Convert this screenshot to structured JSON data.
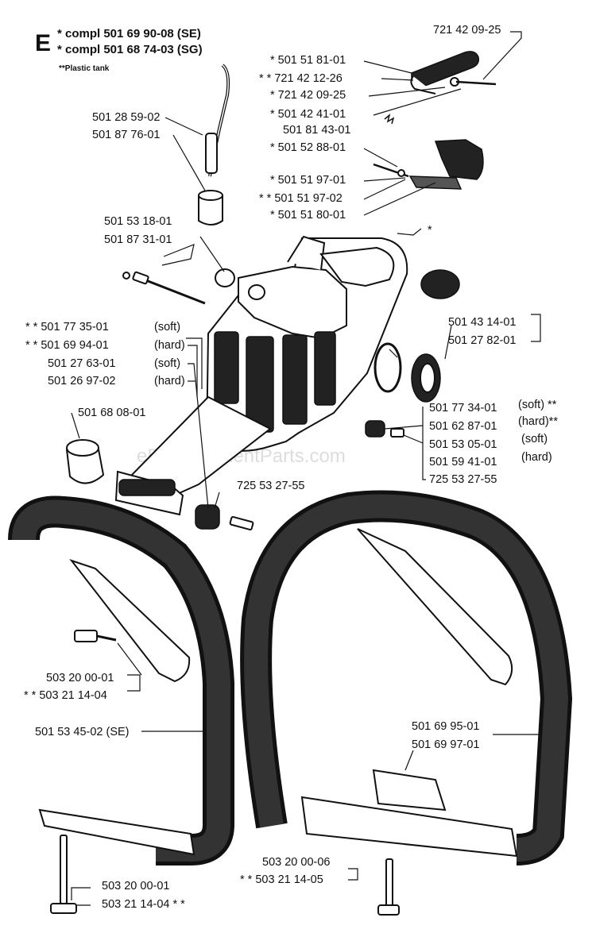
{
  "header": {
    "section_letter": "E",
    "compl_se": "*  compl 501 69 90-08 (SE)",
    "compl_sg": "*  compl 501 68 74-03 (SG)",
    "plastic_tank": "**Plastic tank"
  },
  "labels": {
    "p_721420925_top": "721 42 09-25",
    "p_501518101": "*  501 51 81-01",
    "p_721421226": "* *  721 42 12-26",
    "p_721420925": "*  721 42 09-25",
    "p_501424101": "*  501 42 41-01",
    "p_501814301": "501 81 43-01",
    "p_501528801": "*  501 52 88-01",
    "p_501519701": "*  501 51 97-01",
    "p_501519702": "* *  501 51 97-02",
    "p_501518001": "*  501 51 80-01",
    "p_501285902": "501 28 59-02",
    "p_501877601": "501 87 76-01",
    "p_501531801": "501 53 18-01",
    "p_501873101": "501 87 31-01",
    "tank_star": "*",
    "p_501773501": "* *  501 77 35-01",
    "p_501773501_note": "(soft)",
    "p_501699401": "* *  501 69 94-01",
    "p_501699401_note": "(hard)",
    "p_501276301": "501 27 63-01",
    "p_501276301_note": "(soft)",
    "p_501269702": "501 26 97-02",
    "p_501269702_note": "(hard)",
    "p_501431401": "501 43 14-01",
    "p_501278201": "501 27 82-01",
    "p_501680801": "501 68 08-01",
    "p_501773401": "501 77 34-01",
    "p_501773401_note": "(soft) **",
    "p_501628701": "501 62 87-01",
    "p_501628701_note": "(hard)**",
    "p_501530501": "501 53 05-01",
    "p_501530501_note": "(soft)",
    "p_501594101": "501 59 41-01",
    "p_501594101_note": "(hard)",
    "p_725532755_right": "725 53 27-55",
    "p_725532755_mid": "725 53 27-55",
    "p_503200001_a": "503 20 00-01",
    "p_503211404_a": "* *  503 21 14-04",
    "p_501534502": "501 53 45-02 (SE)",
    "p_501699501": "501 69 95-01",
    "p_501699701": "501 69 97-01",
    "p_503200006": "503 20 00-06",
    "p_503211405": "* *  503 21 14-05",
    "p_503200001_b": "503 20 00-01",
    "p_503211404_b": "503 21 14-04  * *"
  },
  "watermark": "eReplacementParts.com"
}
